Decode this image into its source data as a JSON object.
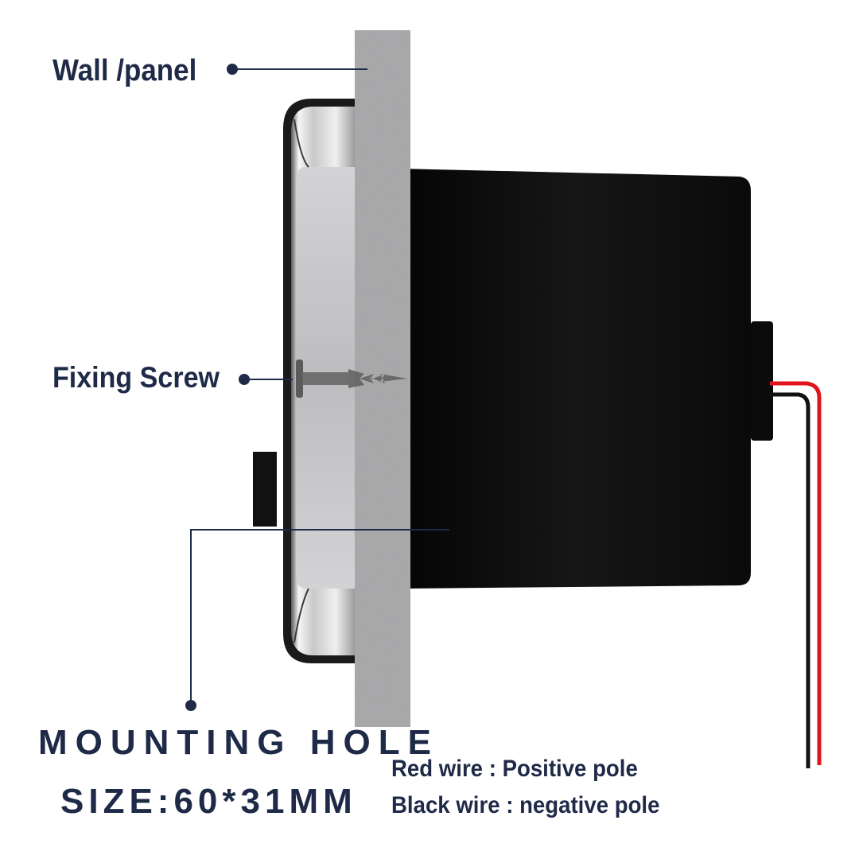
{
  "labels": {
    "wall_panel": "Wall /panel",
    "fixing_screw": "Fixing Screw",
    "mounting_hole_line1": "MOUNTING HOLE",
    "mounting_hole_line2": "SIZE:60*31MM",
    "red_wire": "Red wire :  Positive pole",
    "black_wire": "Black wire :  negative pole"
  },
  "colors": {
    "label_text": "#1e2a47",
    "panel": "#a6a6a8",
    "device_body": "#0d0d0d",
    "red_wire": "#e2141b",
    "black_wire": "#111111",
    "bezel_chrome": "#d8d8da"
  },
  "icons": {
    "screw": "screw-icon",
    "leader_dot": "leader-dot-icon"
  }
}
